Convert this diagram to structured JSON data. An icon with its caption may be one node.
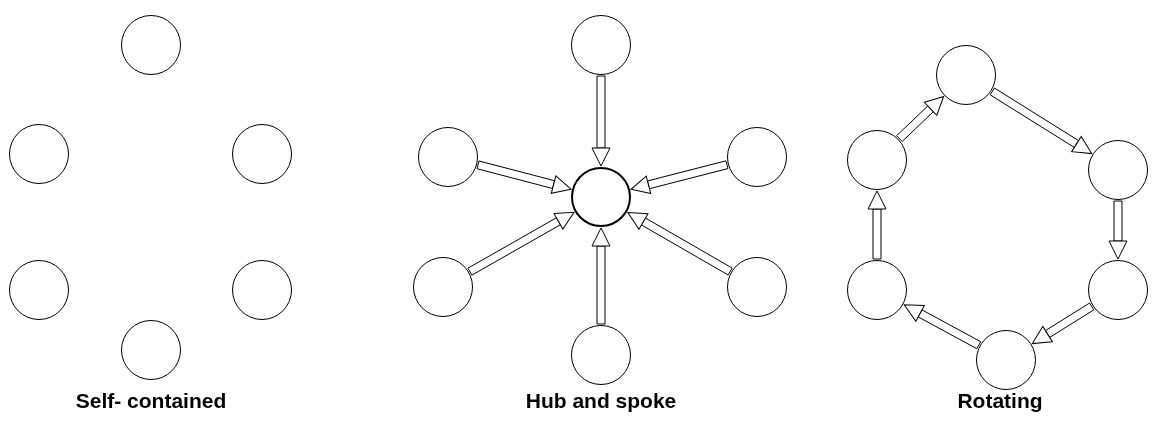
{
  "diagram": {
    "nodes": [
      {
        "text": [],
        "shape": "circle"
      },
      {
        "text": [],
        "shape": "circle"
      },
      {
        "text": [],
        "shape": "circle"
      },
      {
        "text": [],
        "shape": "circle"
      },
      {
        "text": [],
        "shape": "circle"
      },
      {
        "text": [],
        "shape": "circle"
      },
      {
        "text": [],
        "shape": "circle"
      },
      {
        "text": [],
        "shape": "circle"
      },
      {
        "text": [],
        "shape": "circle"
      },
      {
        "text": [],
        "shape": "circle"
      },
      {
        "text": [],
        "shape": "circle"
      },
      {
        "text": [],
        "shape": "circle"
      },
      {
        "text": [],
        "shape": "circle"
      },
      {
        "text": [],
        "shape": "circle"
      },
      {
        "text": [],
        "shape": "circle"
      },
      {
        "text": [],
        "shape": "circle"
      },
      {
        "text": [],
        "shape": "circle"
      },
      {
        "text": [],
        "shape": "circle"
      },
      {
        "text": [],
        "shape": "circle"
      }
    ],
    "edges": [
      {
        "from": 6,
        "to": 9,
        "arrow": "to"
      },
      {
        "from": 7,
        "to": 9,
        "arrow": "to"
      },
      {
        "from": 8,
        "to": 9,
        "arrow": "to"
      },
      {
        "from": 10,
        "to": 9,
        "arrow": "to"
      },
      {
        "from": 11,
        "to": 9,
        "arrow": "to"
      },
      {
        "from": 12,
        "to": 9,
        "arrow": "to"
      },
      {
        "from": 14,
        "to": 13,
        "arrow": "to"
      },
      {
        "from": 13,
        "to": 15,
        "arrow": "to"
      },
      {
        "from": 15,
        "to": 17,
        "arrow": "to"
      },
      {
        "from": 17,
        "to": 18,
        "arrow": "to"
      },
      {
        "from": 18,
        "to": 16,
        "arrow": "to"
      },
      {
        "from": 16,
        "to": 14,
        "arrow": "to"
      }
    ],
    "labels": [
      "Self- contained",
      "Hub and spoke",
      "Rotating"
    ]
  }
}
